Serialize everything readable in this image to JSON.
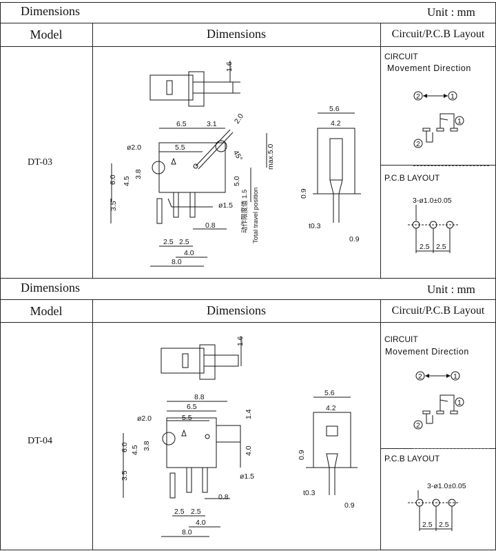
{
  "sections": [
    {
      "title": "Dimensions",
      "unit": "Unit : mm",
      "col_model": "Model",
      "col_dimensions": "Dimensions",
      "col_layout": "Circuit/P.C.B Layout",
      "model": "DT-03",
      "circuit_label": "CIRCUIT",
      "movement_label": "Movement  Direction",
      "pcb_label": "P.C.B LAYOUT",
      "pcb_holes": "3-ø1.0±0.05",
      "dims": {
        "top_1_6": "1.6",
        "d_6_5": "6.5",
        "d_3_1": "3.1",
        "d_2_0": "2.0",
        "phi_2_0": "ø2.0",
        "d_5_5": "5.5",
        "angle": "45°",
        "max_5_0": "max.5.0",
        "d_6_0": "6.0",
        "d_4_5": "4.5",
        "d_3_8": "3.8",
        "d_5_0": "5.0",
        "travel_cn": "动作限度值 1.5",
        "travel_en": "Total  travel  position",
        "phi_1_5": "ø1.5",
        "d_3_5": "3.5",
        "d_0_8": "0.8",
        "d_2_5a": "2.5",
        "d_2_5b": "2.5",
        "d_4_0": "4.0",
        "d_8_0": "8.0",
        "side_5_6": "5.6",
        "side_4_2": "4.2",
        "side_0_9": "0.9",
        "side_t0_3": "t0.3",
        "side_0_9b": "0.9",
        "pcb_2_5a": "2.5",
        "pcb_2_5b": "2.5"
      }
    },
    {
      "title": "Dimensions",
      "unit": "Unit : mm",
      "col_model": "Model",
      "col_dimensions": "Dimensions",
      "col_layout": "Circuit/P.C.B Layout",
      "model": "DT-04",
      "circuit_label": "CIRCUIT",
      "movement_label": "Movement  Direction",
      "pcb_label": "P.C.B LAYOUT",
      "pcb_holes": "3-ø1.0±0.05",
      "dims": {
        "top_1_6": "1.6",
        "d_8_8": "8.8",
        "d_6_5": "6.5",
        "d_5_5": "5.5",
        "phi_2_0": "ø2.0",
        "d_1_4": "1.4",
        "d_6_0": "6.0",
        "d_4_5": "4.5",
        "d_3_8": "3.8",
        "d_4_0v": "4.0",
        "phi_1_5": "ø1.5",
        "d_3_5": "3.5",
        "d_0_8": "0.8",
        "d_2_5a": "2.5",
        "d_2_5b": "2.5",
        "d_4_0": "4.0",
        "d_8_0": "8.0",
        "side_5_6": "5.6",
        "side_4_2": "4.2",
        "side_0_9": "0.9",
        "side_t0_3": "t0.3",
        "side_0_9b": "0.9",
        "pcb_2_5a": "2.5",
        "pcb_2_5b": "2.5"
      }
    }
  ],
  "circuit_nodes": [
    "2",
    "1",
    "1",
    "2"
  ]
}
